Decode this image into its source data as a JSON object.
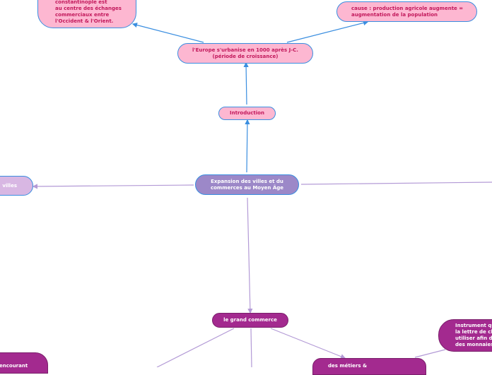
{
  "nodes": {
    "constantinople": "constantinople est\nau centre des échanges\ncommerciaux entre\nl'Occident & l'Orient.",
    "cause": "cause : production agricole augmente =\naugmentation de la population",
    "urbanise": "l'Europe s'urbanise en 1000 après J-C.\n(période de croissance)",
    "introduction": "Introduction",
    "central": "Expansion des villes et du\ncommerces au Moyen Âge",
    "villes": "villes",
    "grand_commerce": "le grand commerce",
    "instrument": "Instrument qu\nla lettre de ch\nutiliser afin d\ndes monnaies",
    "metiers": "des métiers &",
    "encourant": "encourant"
  },
  "colors": {
    "pink": "#fdb7d1",
    "lilac": "#9c88c8",
    "purple": "#a32a8f",
    "blue_link": "#3a8ee0",
    "purple_link": "#b39ad6"
  }
}
